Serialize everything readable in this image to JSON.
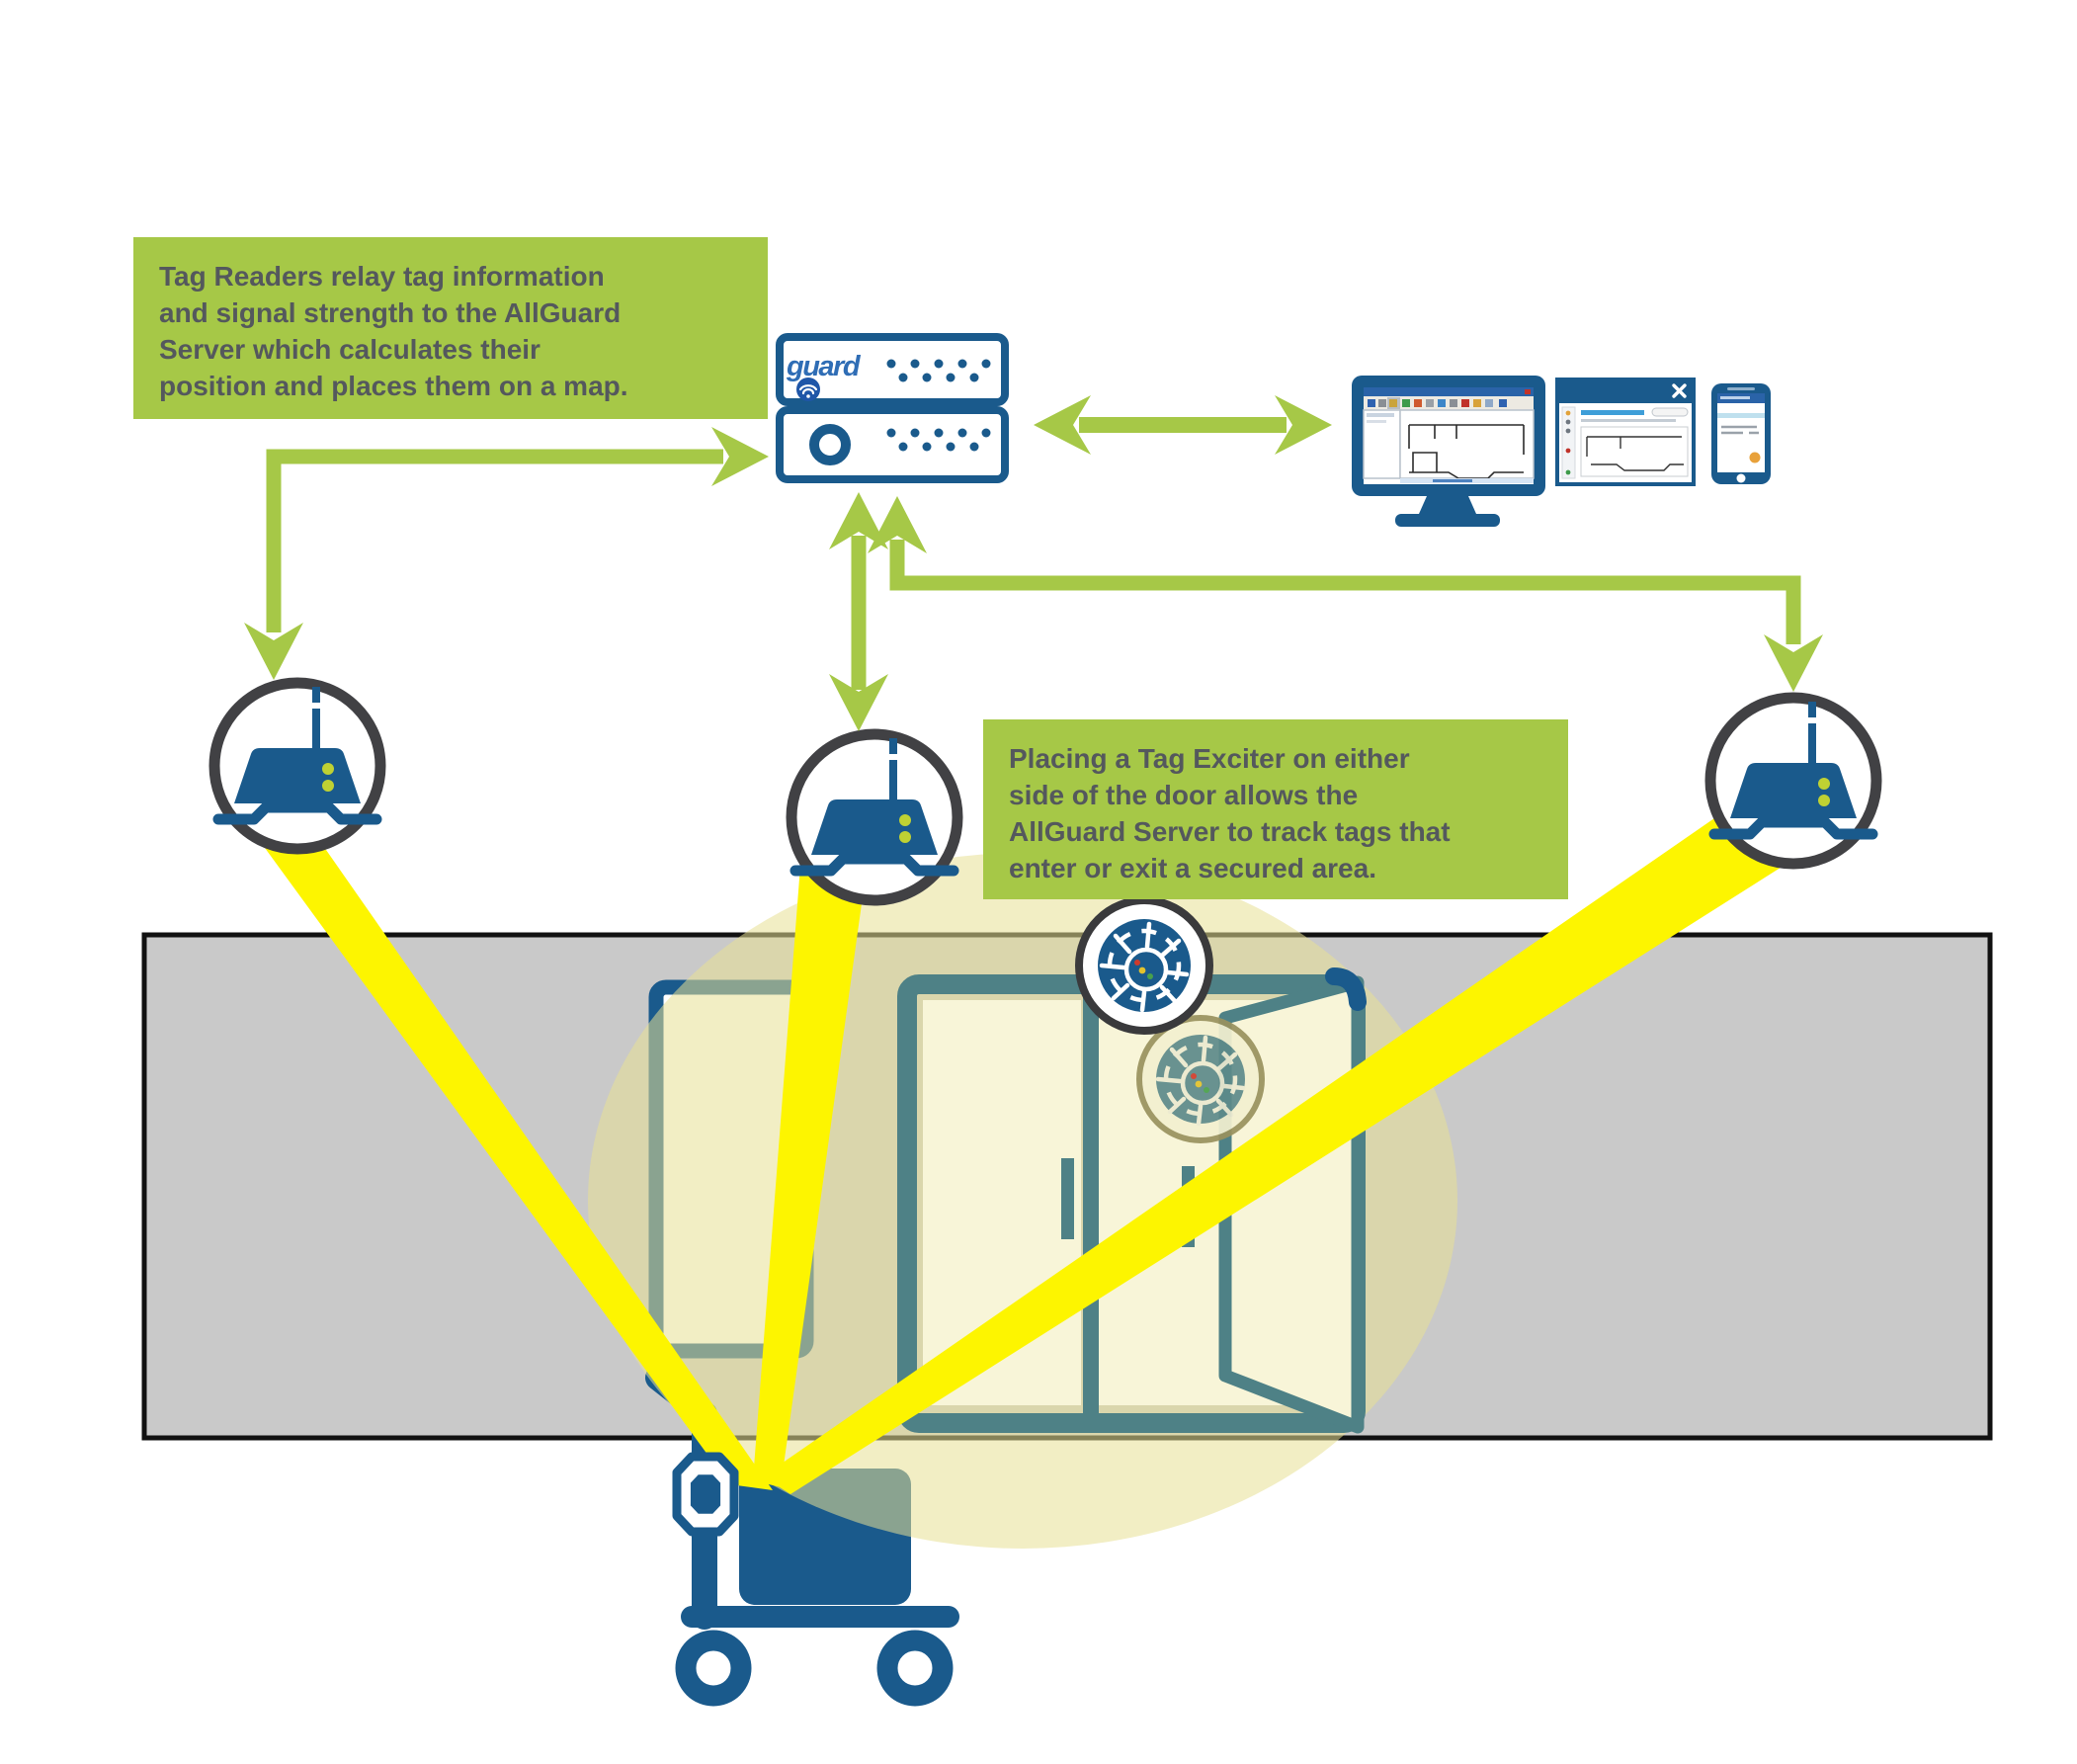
{
  "callouts": {
    "tag_readers_lines": [
      "Tag Readers relay tag information",
      "and signal strength to the AllGuard",
      "Server which calculates their",
      "position and places them on a map."
    ],
    "tag_exciter_lines": [
      "Placing a Tag Exciter on either",
      "side of the door allows the",
      "AllGuard Server to track tags that",
      "enter or exit a secured area."
    ]
  },
  "server": {
    "logo_text": "guard"
  },
  "palette": {
    "brand_blue": "#1a5a8c",
    "accent_green": "#a6c847",
    "callout_text": "#54585d",
    "beam_yellow": "#fdf500",
    "wall_gray": "#c9c9c9",
    "door_teal": "#4e8186",
    "dome_cream": "#e7e094",
    "reader_ring_gray": "#414144",
    "indicator_dot_green": "#bfd133"
  }
}
